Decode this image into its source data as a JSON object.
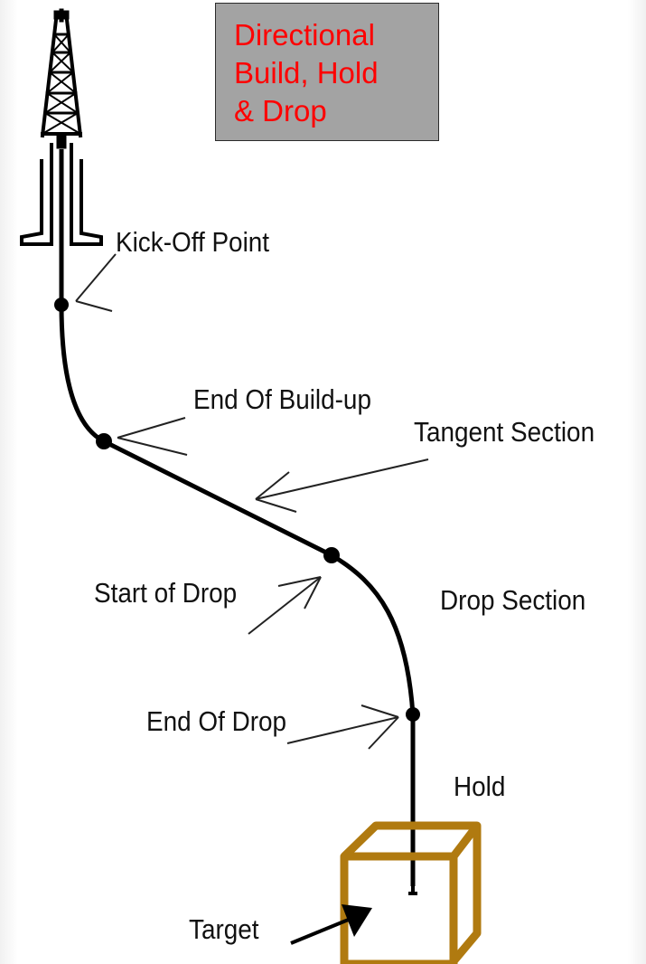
{
  "title": {
    "lines": [
      "Directional",
      "Build, Hold",
      "& Drop"
    ],
    "color": "#ff0000",
    "box_color": "#a3a3a3"
  },
  "labels": {
    "kick_off_point": "Kick-Off Point",
    "end_of_build_up": "End Of Build-up",
    "tangent_section": "Tangent Section",
    "start_of_drop": "Start of Drop",
    "drop_section": "Drop Section",
    "end_of_drop": "End Of Drop",
    "hold": "Hold",
    "target": "Target"
  },
  "colors": {
    "well_path": "#000000",
    "target_box": "#b07a10"
  },
  "icons": {
    "rig": "drilling-rig-icon",
    "target": "target-box-icon"
  }
}
